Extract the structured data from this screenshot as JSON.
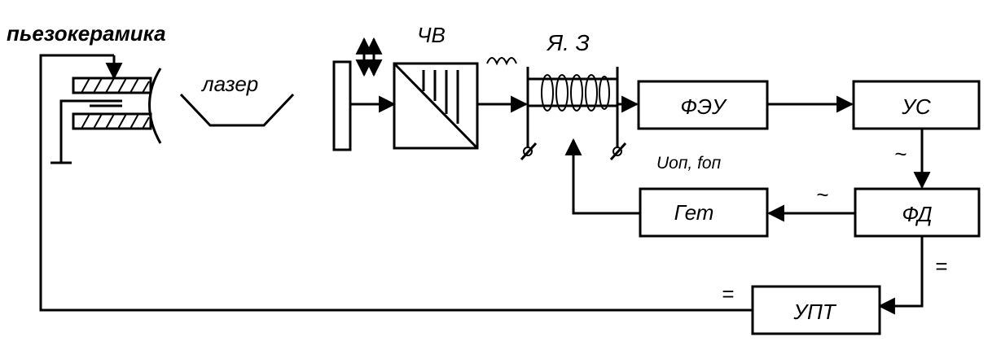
{
  "labels": {
    "piezo": "пьезокерамика",
    "laser": "лазер",
    "modulator": "ЧВ",
    "cell": "Я. З",
    "ref_signal": "Uоп, fоп"
  },
  "blocks": {
    "pmt": "ФЭУ",
    "amp": "УС",
    "gen": "Гет",
    "pd": "ФД",
    "dc_amp": "УПТ"
  },
  "signal_marks": {
    "ac_1": "~",
    "ac_2": "~",
    "dc_1": "=",
    "dc_2": "="
  }
}
